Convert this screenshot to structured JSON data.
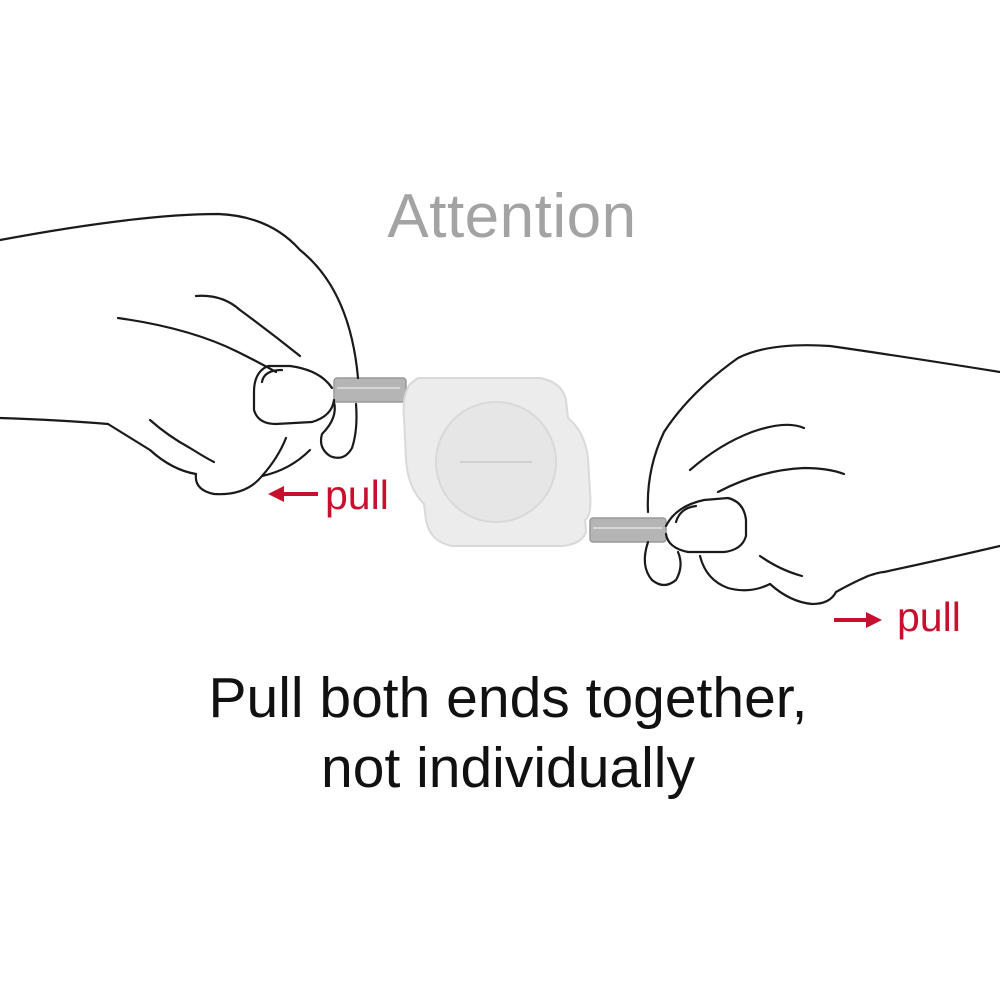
{
  "heading": {
    "text": "Attention",
    "color": "#a3a3a3"
  },
  "pull_labels": {
    "left": "pull",
    "right": "pull",
    "color": "#c8102e"
  },
  "instruction": {
    "line1": "Pull both ends together,",
    "line2": "not individually",
    "color": "#111111"
  },
  "colors": {
    "outline": "#1a1a1a",
    "device_fill": "#ececec",
    "device_stroke": "#d9d9d9",
    "connector": "#b5b5b5",
    "arrow": "#c8102e"
  }
}
